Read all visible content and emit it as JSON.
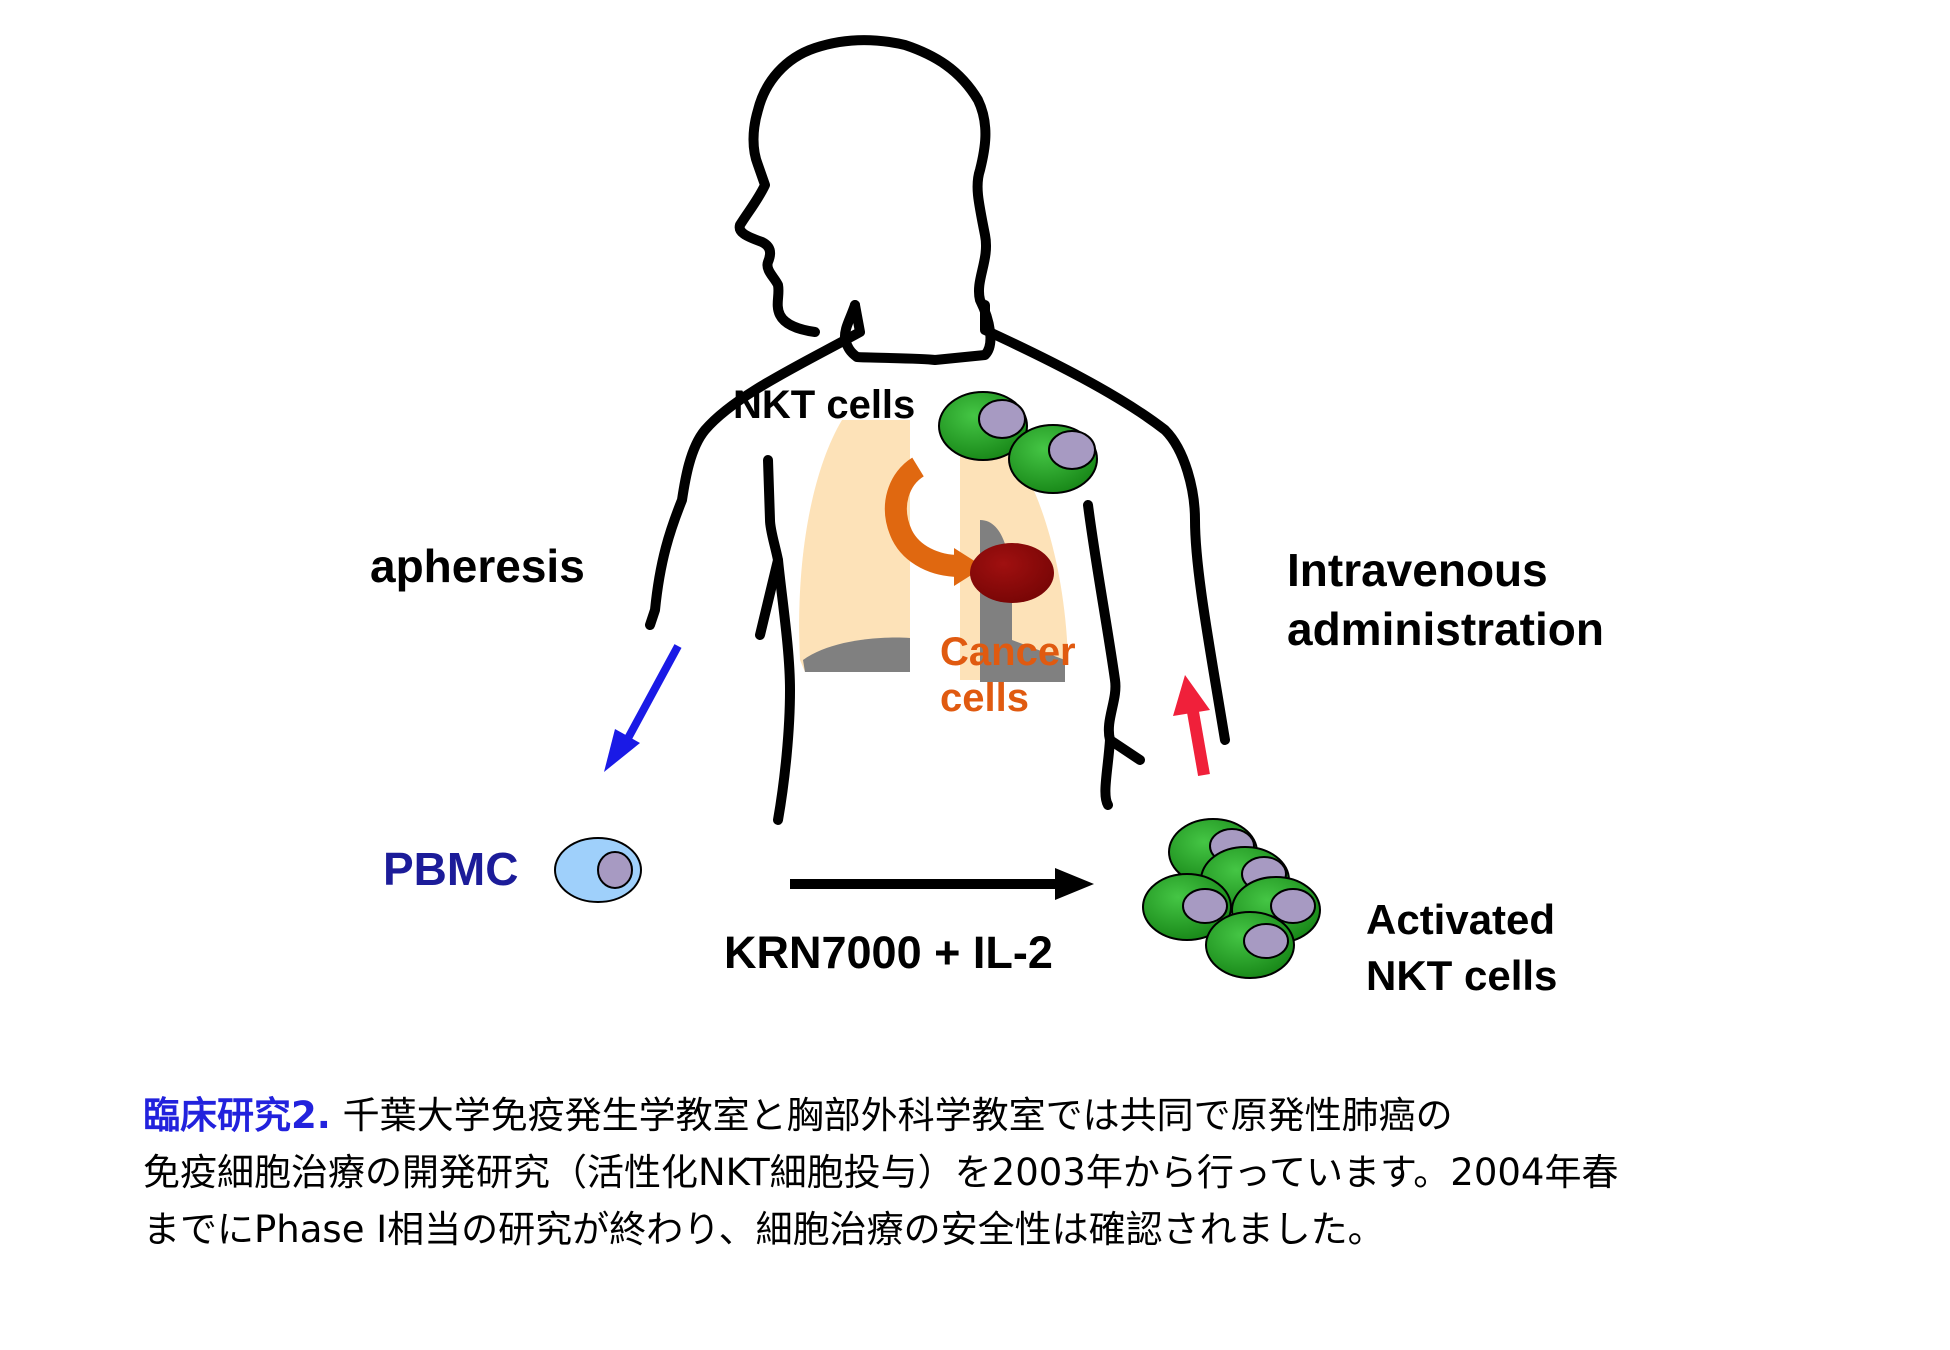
{
  "labels": {
    "apheresis": "apheresis",
    "nkt_cells": "NKT cells",
    "cancer_line1": "Cancer",
    "cancer_line2": "cells",
    "intravenous_line1": "Intravenous",
    "intravenous_line2": "administration",
    "pbmc": "PBMC",
    "krn": "KRN7000 + IL-2",
    "activated_line1": "Activated",
    "activated_line2": "NKT cells"
  },
  "caption": {
    "lead": "臨床研究2.",
    "line1": " 千葉大学免疫発生学教室と胸部外科学教室では共同で原発性肺癌の",
    "line2": "免疫細胞治療の開発研究（活性化NKT細胞投与）を2003年から行っています。2004年春",
    "line3": "までにPhase Ⅰ相当の研究が終わり、細胞治療の安全性は確認されました。"
  },
  "colors": {
    "outline": "#000000",
    "lung": "#fde2b8",
    "lung_shadow": "#808080",
    "nkt_cell": "#22a022",
    "nucleus": "#a79ac2",
    "cancer_cell": "#8b0a0a",
    "cancer_text": "#e05a10",
    "pbmc_cell": "#9fd0fb",
    "pbmc_text": "#1c1c99",
    "blue_arrow": "#1a1ae6",
    "red_arrow": "#f0203a",
    "caption_lead": "#2222dd"
  }
}
